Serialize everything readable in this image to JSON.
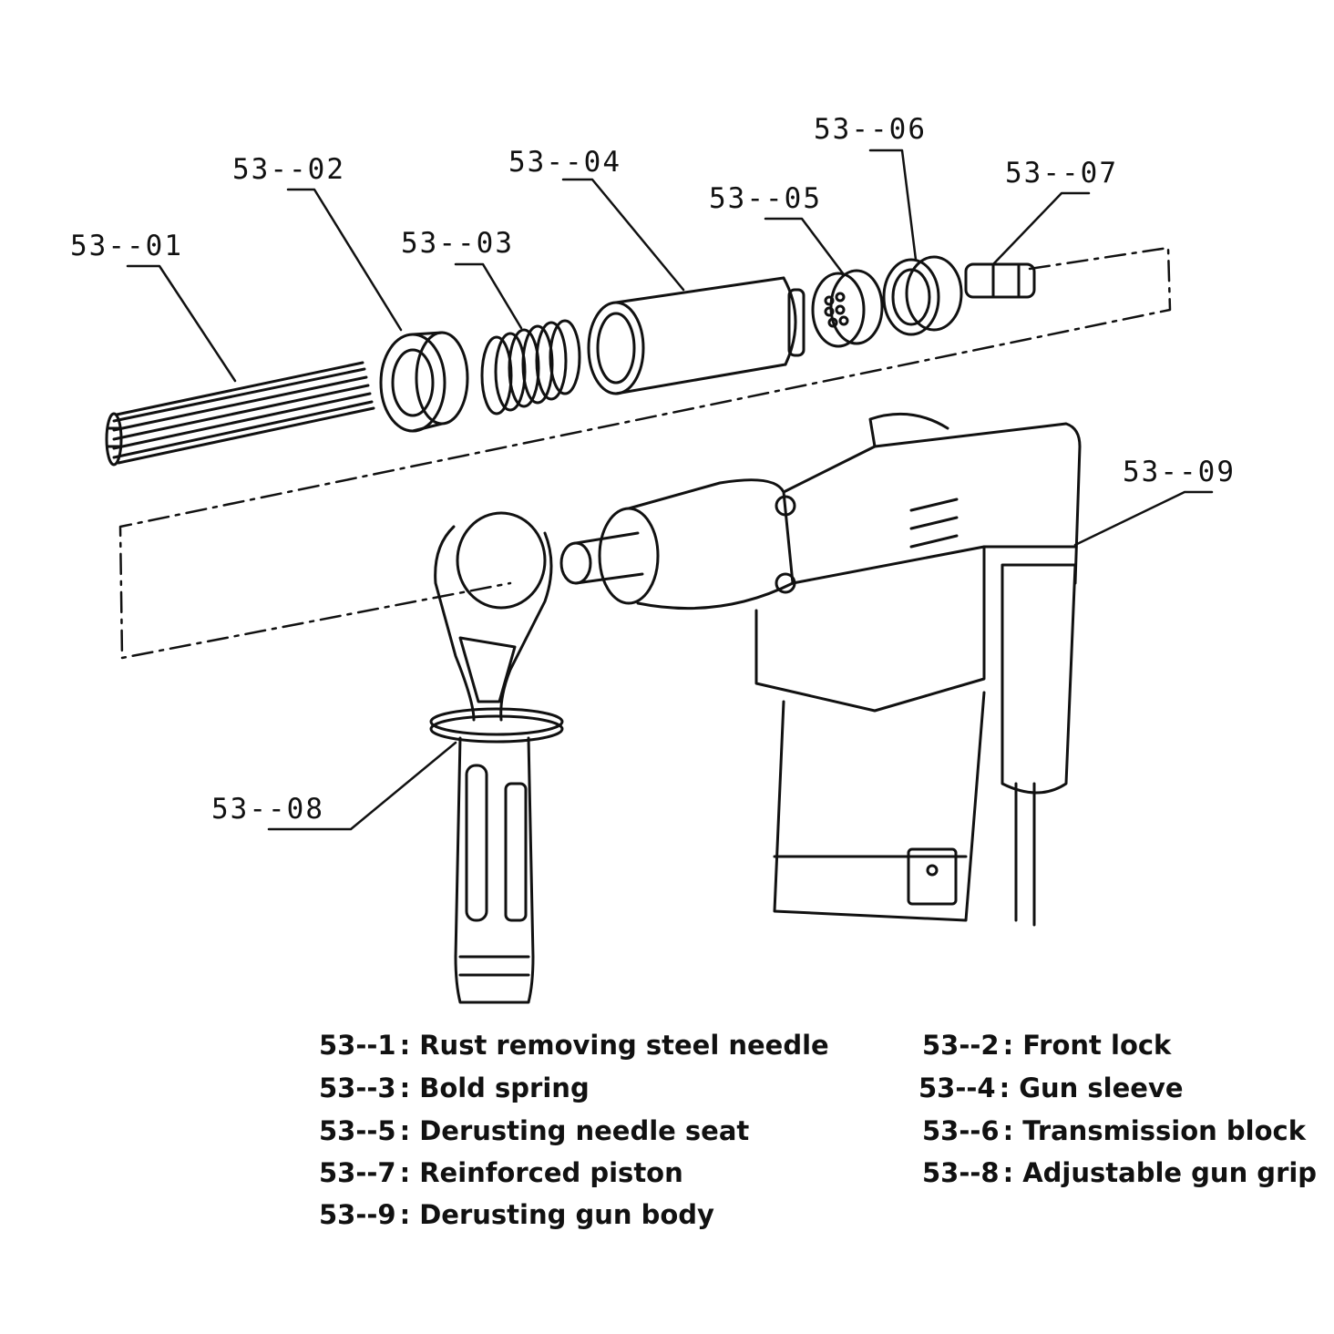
{
  "callouts": [
    {
      "id": "01",
      "label": "53--01"
    },
    {
      "id": "02",
      "label": "53--02"
    },
    {
      "id": "03",
      "label": "53--03"
    },
    {
      "id": "04",
      "label": "53--04"
    },
    {
      "id": "05",
      "label": "53--05"
    },
    {
      "id": "06",
      "label": "53--06"
    },
    {
      "id": "07",
      "label": "53--07"
    },
    {
      "id": "08",
      "label": "53--08"
    },
    {
      "id": "09",
      "label": "53--09"
    }
  ],
  "legend": [
    {
      "code": "53--1",
      "sep": ":",
      "text": "Rust removing steel needle"
    },
    {
      "code": "53--2",
      "sep": ":",
      "text": "Front lock"
    },
    {
      "code": "53--3",
      "sep": ":",
      "text": "Bold spring"
    },
    {
      "code": "53--4",
      "sep": ":",
      "text": "Gun sleeve"
    },
    {
      "code": "53--5",
      "sep": ":",
      "text": "Derusting needle seat"
    },
    {
      "code": "53--6",
      "sep": ":",
      "text": "Transmission block"
    },
    {
      "code": "53--7",
      "sep": ":",
      "text": "Reinforced piston"
    },
    {
      "code": "53--8",
      "sep": ":",
      "text": "Adjustable gun grip"
    },
    {
      "code": "53--9",
      "sep": ":",
      "text": "Derusting gun body"
    }
  ]
}
